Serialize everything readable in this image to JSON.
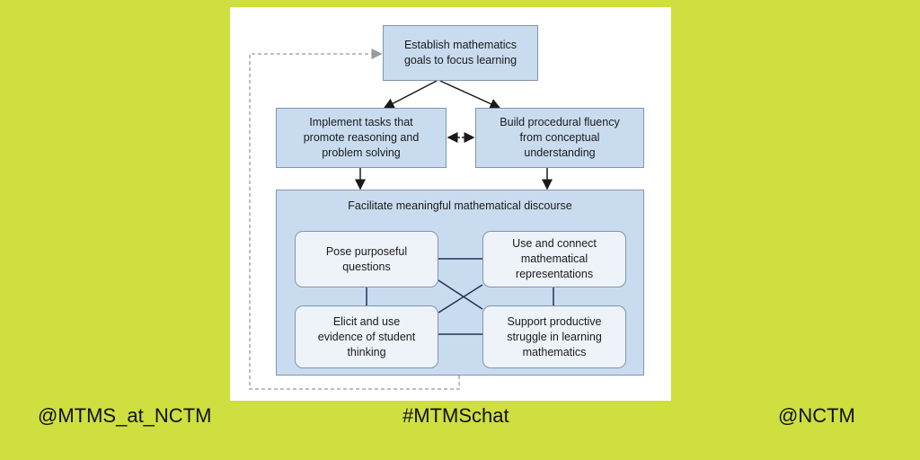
{
  "diagram": {
    "top_goal": "Establish mathematics\ngoals to focus learning",
    "left_box": "Implement tasks that\npromote reasoning and\nproblem solving",
    "right_box": "Build procedural fluency\nfrom conceptual\nunderstanding",
    "discourse_title": "Facilitate meaningful mathematical discourse",
    "inner": {
      "top_left": "Pose purposeful\nquestions",
      "top_right": "Use and connect\nmathematical\nrepresentations",
      "bottom_left": "Elicit and use\nevidence of student\nthinking",
      "bottom_right": "Support productive\nstruggle in learning\nmathematics"
    }
  },
  "footer": {
    "left": "@MTMS_at_NCTM",
    "center": "#MTMSchat",
    "right": "@NCTM"
  },
  "colors": {
    "background": "#cedf3f",
    "box_fill": "#c9dcef",
    "box_border": "#7f96ad",
    "inner_fill": "#eef3f9"
  }
}
